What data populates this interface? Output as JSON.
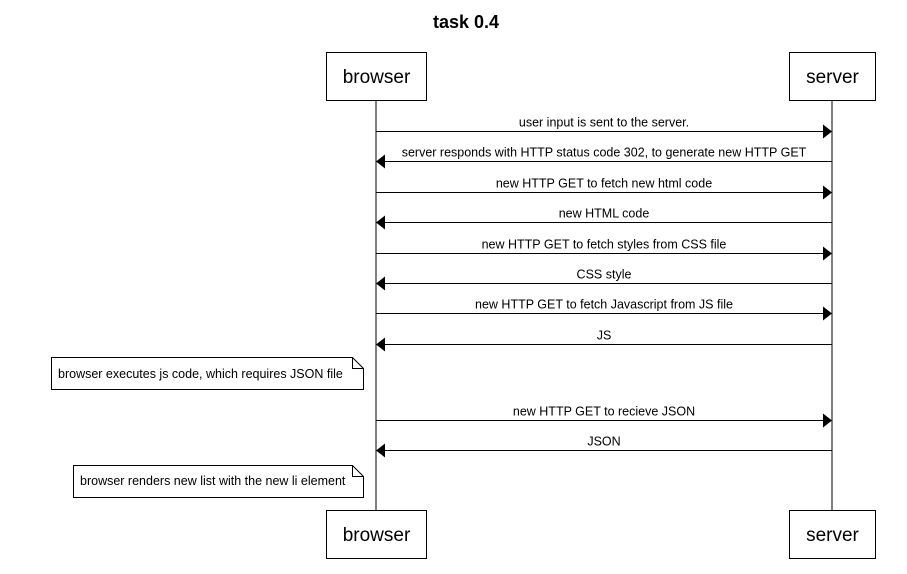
{
  "diagram": {
    "title": "task 0.4",
    "actors": [
      {
        "id": "browser",
        "label": "browser"
      },
      {
        "id": "server",
        "label": "server"
      }
    ],
    "messages": [
      {
        "from": "browser",
        "to": "server",
        "label": "user input is sent to the server."
      },
      {
        "from": "server",
        "to": "browser",
        "label": "server responds with HTTP status code 302, to generate new HTTP GET"
      },
      {
        "from": "browser",
        "to": "server",
        "label": "new HTTP GET to fetch new html code"
      },
      {
        "from": "server",
        "to": "browser",
        "label": "new HTML code"
      },
      {
        "from": "browser",
        "to": "server",
        "label": "new HTTP GET to fetch styles from CSS file"
      },
      {
        "from": "server",
        "to": "browser",
        "label": "CSS style"
      },
      {
        "from": "browser",
        "to": "server",
        "label": "new HTTP GET to fetch Javascript from JS file"
      },
      {
        "from": "server",
        "to": "browser",
        "label": "JS"
      },
      {
        "from": "browser",
        "to": "server",
        "label": "new HTTP GET to recieve JSON"
      },
      {
        "from": "server",
        "to": "browser",
        "label": "JSON"
      }
    ],
    "notes": [
      {
        "actor": "browser",
        "side": "left",
        "text": "browser executes js code, which requires JSON file"
      },
      {
        "actor": "browser",
        "side": "left",
        "text": "browser renders new list with the new li element"
      }
    ]
  }
}
